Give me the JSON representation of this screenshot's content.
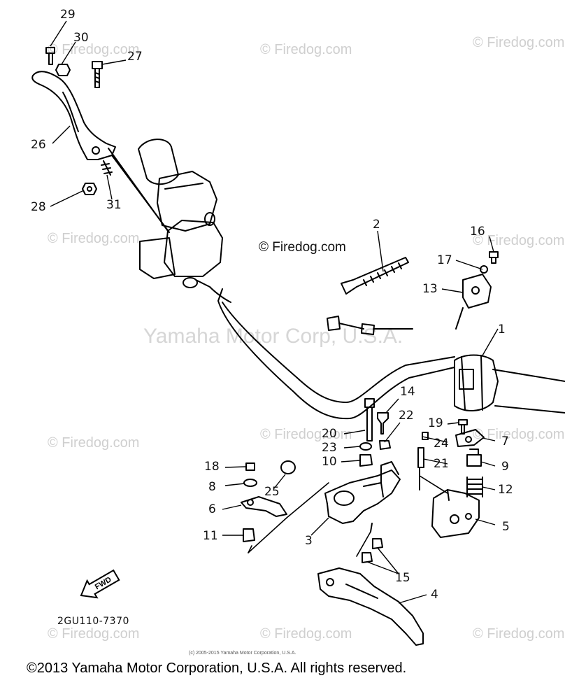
{
  "watermark": {
    "text": "© Firedog.com",
    "center_text": "© Firedog.com",
    "big_text": "Yamaha Motor Corp, U.S.A."
  },
  "callouts": [
    "1",
    "2",
    "3",
    "4",
    "5",
    "6",
    "7",
    "8",
    "9",
    "10",
    "11",
    "12",
    "13",
    "14",
    "15",
    "16",
    "17",
    "18",
    "19",
    "20",
    "21",
    "22",
    "23",
    "24",
    "25",
    "26",
    "27",
    "28",
    "29",
    "30",
    "31"
  ],
  "direction_arrow": "FWD",
  "part_code": "2GU110-7370",
  "small_copyright": "(c) 2005-2015 Yamaha Motor Corporation, U.S.A.",
  "footer": "©2013 Yamaha Motor Corporation, U.S.A. All rights reserved."
}
